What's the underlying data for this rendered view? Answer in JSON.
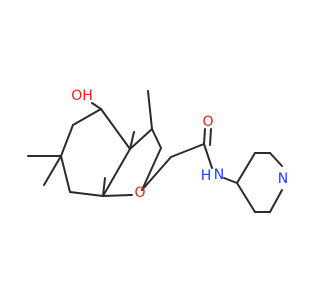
{
  "structure": {
    "colors": {
      "bond": "#2b2b2b",
      "oxygen": "#e2231a",
      "nitrogen": "#1f3ff0",
      "background": "#ffffff"
    },
    "labels": {
      "hydroxyl": "OH",
      "ring_oxygen": "O",
      "carbonyl_oxygen": "O",
      "amide_nitrogen": "N",
      "amide_hydrogen": "H",
      "pyridine_nitrogen": "N"
    }
  }
}
